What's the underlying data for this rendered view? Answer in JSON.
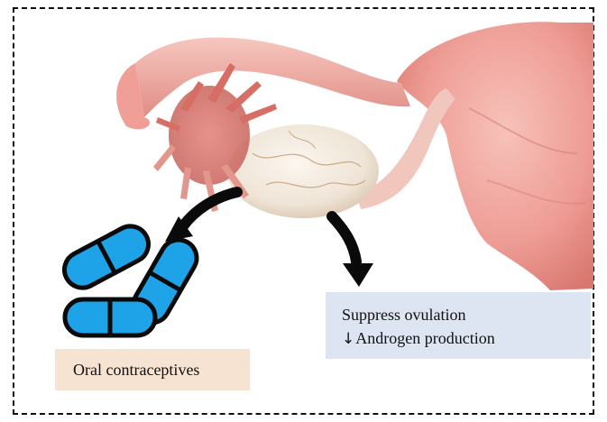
{
  "labels": {
    "oral_contraceptives": "Oral contraceptives",
    "suppress_ovulation": "Suppress ovulation",
    "androgen_production": "Androgen production",
    "androgen_arrow": "↓"
  },
  "colors": {
    "pill": "#1ea2e8",
    "pill_outline": "#0a0a0a",
    "oral_box": "#f7e3d2",
    "effect_box": "#dde4f2",
    "tissue": "#f0a59c",
    "ovary": "#f1e9df"
  },
  "icons": [
    "capsule-pill-icon",
    "curved-arrow-icon",
    "ovary-uterus-illustration"
  ]
}
